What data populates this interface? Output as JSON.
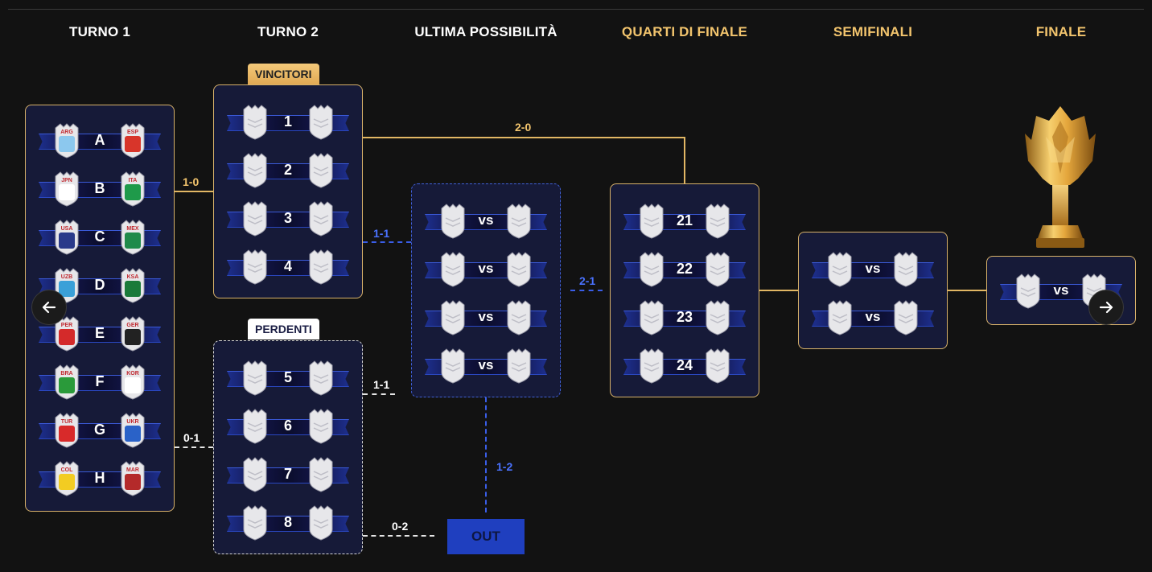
{
  "columns": [
    {
      "key": "r1",
      "label": "TURNO 1",
      "style": "white"
    },
    {
      "key": "r2",
      "label": "TURNO 2",
      "style": "white"
    },
    {
      "key": "lc",
      "label": "ULTIMA POSSIBILITÀ",
      "style": "white"
    },
    {
      "key": "qf",
      "label": "QUARTI DI FINALE",
      "style": "gold"
    },
    {
      "key": "sf",
      "label": "SEMIFINALI",
      "style": "gold"
    },
    {
      "key": "fn",
      "label": "FINALE",
      "style": "gold"
    }
  ],
  "tags": {
    "winners": "VINCITORI",
    "losers": "PERDENTI"
  },
  "round1": [
    {
      "label": "A",
      "left": "ARG",
      "right": "ESP"
    },
    {
      "label": "B",
      "left": "JPN",
      "right": "ITA"
    },
    {
      "label": "C",
      "left": "USA",
      "right": "MEX"
    },
    {
      "label": "D",
      "left": "UZB",
      "right": "KSA"
    },
    {
      "label": "E",
      "left": "PER",
      "right": "GER"
    },
    {
      "label": "F",
      "left": "BRA",
      "right": "KOR"
    },
    {
      "label": "G",
      "left": "TUR",
      "right": "UKR"
    },
    {
      "label": "H",
      "left": "COL",
      "right": "MAR"
    }
  ],
  "round2_winners": [
    "1",
    "2",
    "3",
    "4"
  ],
  "round2_losers": [
    "5",
    "6",
    "7",
    "8"
  ],
  "last_chance": [
    "vs",
    "vs",
    "vs",
    "vs"
  ],
  "quarterfinals": [
    "21",
    "22",
    "23",
    "24"
  ],
  "semifinals": [
    "vs",
    "vs"
  ],
  "final": [
    "vs"
  ],
  "scores": {
    "r1_win": "1-0",
    "r1_lose": "0-1",
    "win_to_qf": "2-0",
    "win_to_lc": "1-1",
    "lose_to_lc": "1-1",
    "lc_to_qf": "2-1",
    "lc_out": "1-2",
    "lose_out": "0-2"
  },
  "out_label": "OUT",
  "colors": {
    "gold": "#e2b764",
    "blue": "#3a5ee8",
    "panel": "#161a38",
    "background": "#121212"
  }
}
